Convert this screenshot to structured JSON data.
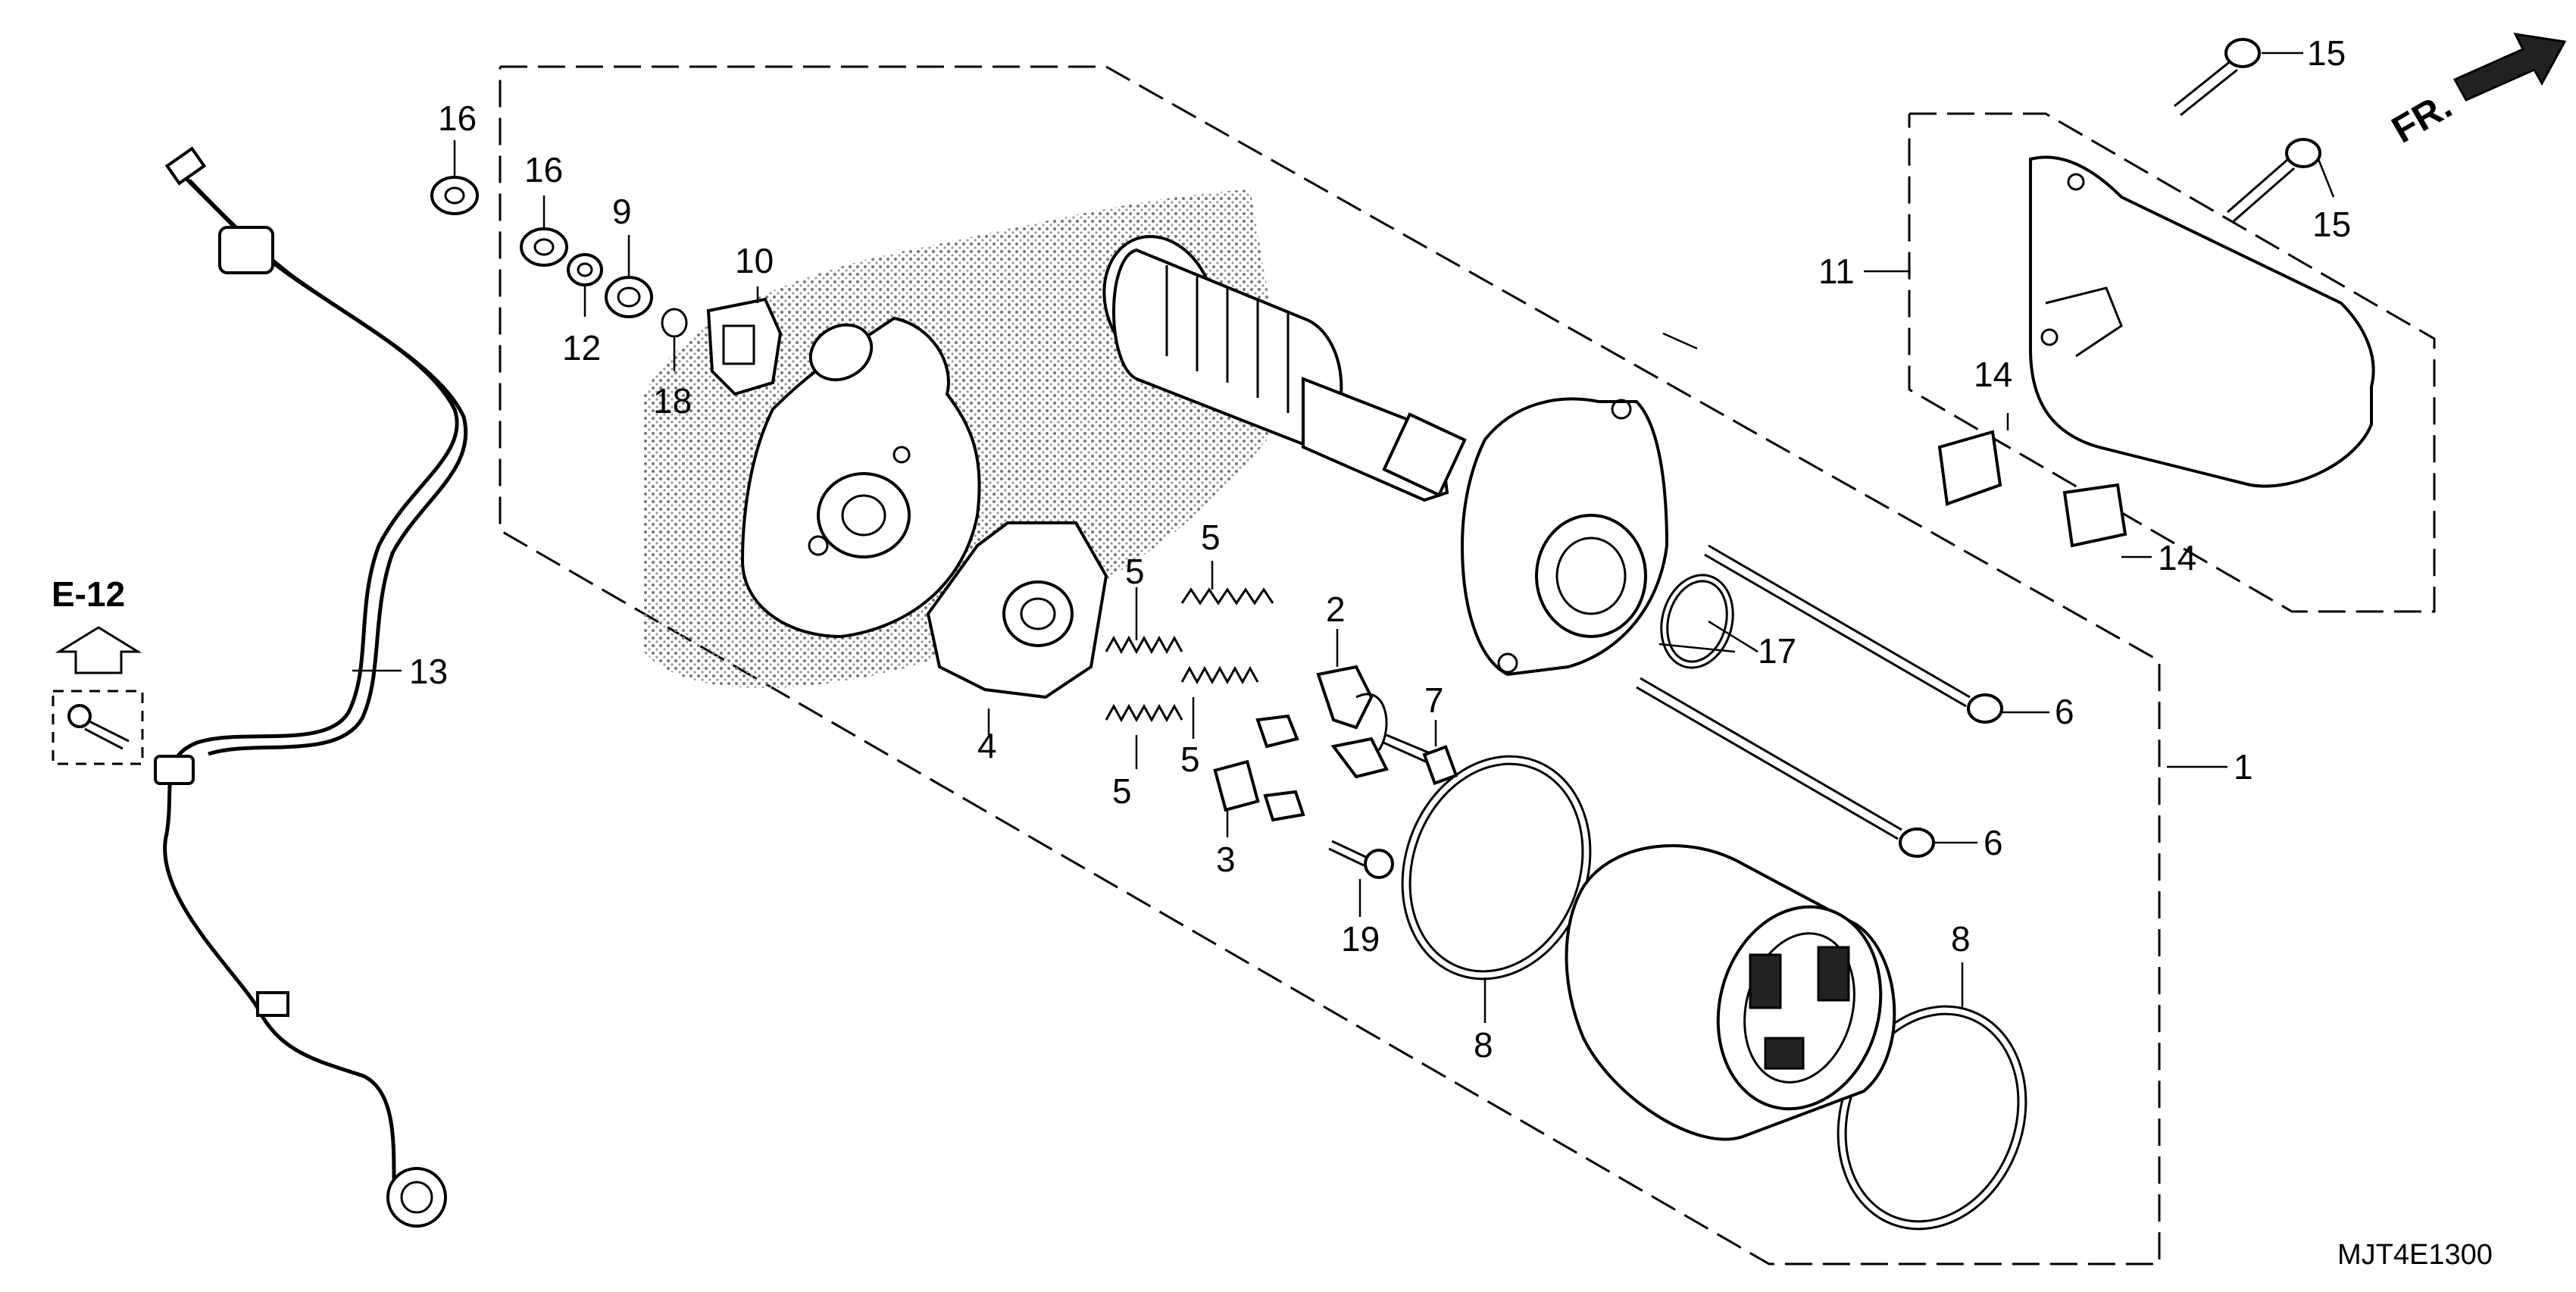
{
  "diagram_code": "MJT4E1300",
  "front_indicator": "FR.",
  "reference": "E-12",
  "callouts": {
    "c1": "1",
    "c2": "2",
    "c3": "3",
    "c4": "4",
    "c5": "5",
    "c6": "6",
    "c7": "7",
    "c8": "8",
    "c9": "9",
    "c10": "10",
    "c11": "11",
    "c12": "12",
    "c13": "13",
    "c14": "14",
    "c15": "15",
    "c16": "16",
    "c17": "17",
    "c18": "18",
    "c19": "19"
  }
}
